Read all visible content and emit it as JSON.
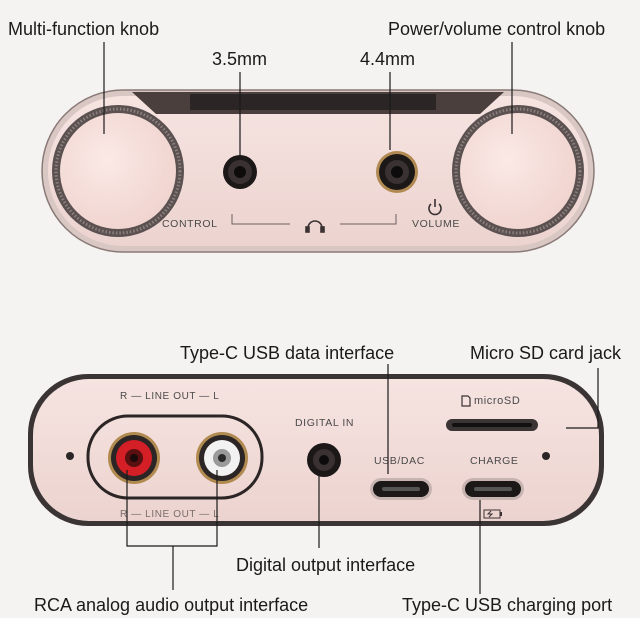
{
  "callouts": {
    "multi_function_knob": "Multi-function knob",
    "power_volume_knob": "Power/volume control knob",
    "jack_35": "3.5mm",
    "jack_44": "4.4mm",
    "usb_data": "Type-C USB data interface",
    "microsd_jack": "Micro SD card jack",
    "digital_output": "Digital output interface",
    "rca_output": "RCA analog audio output interface",
    "usb_charging": "Type-C USB charging port"
  },
  "front_panel": {
    "control_label": "CONTROL",
    "volume_label": "VOLUME",
    "headphone_icon": "headphone-icon",
    "power_icon": "power-icon"
  },
  "back_panel": {
    "line_out_top": "R — LINE OUT — L",
    "line_out_bottom": "R — LINE OUT — L",
    "digital_in": "DIGITAL IN",
    "usb_dac": "USB/DAC",
    "charge": "CHARGE",
    "microsd": "microSD",
    "sd_icon": "sd-card-icon",
    "battery_icon": "battery-charging-icon"
  },
  "colors": {
    "background": "#f5f3f1",
    "body_pink": "#f1dcd8",
    "knob_pink": "#f7dfdb",
    "rca_red": "#d51f27",
    "rca_white": "#f2f2f2",
    "dark_frame": "#3a3434"
  }
}
